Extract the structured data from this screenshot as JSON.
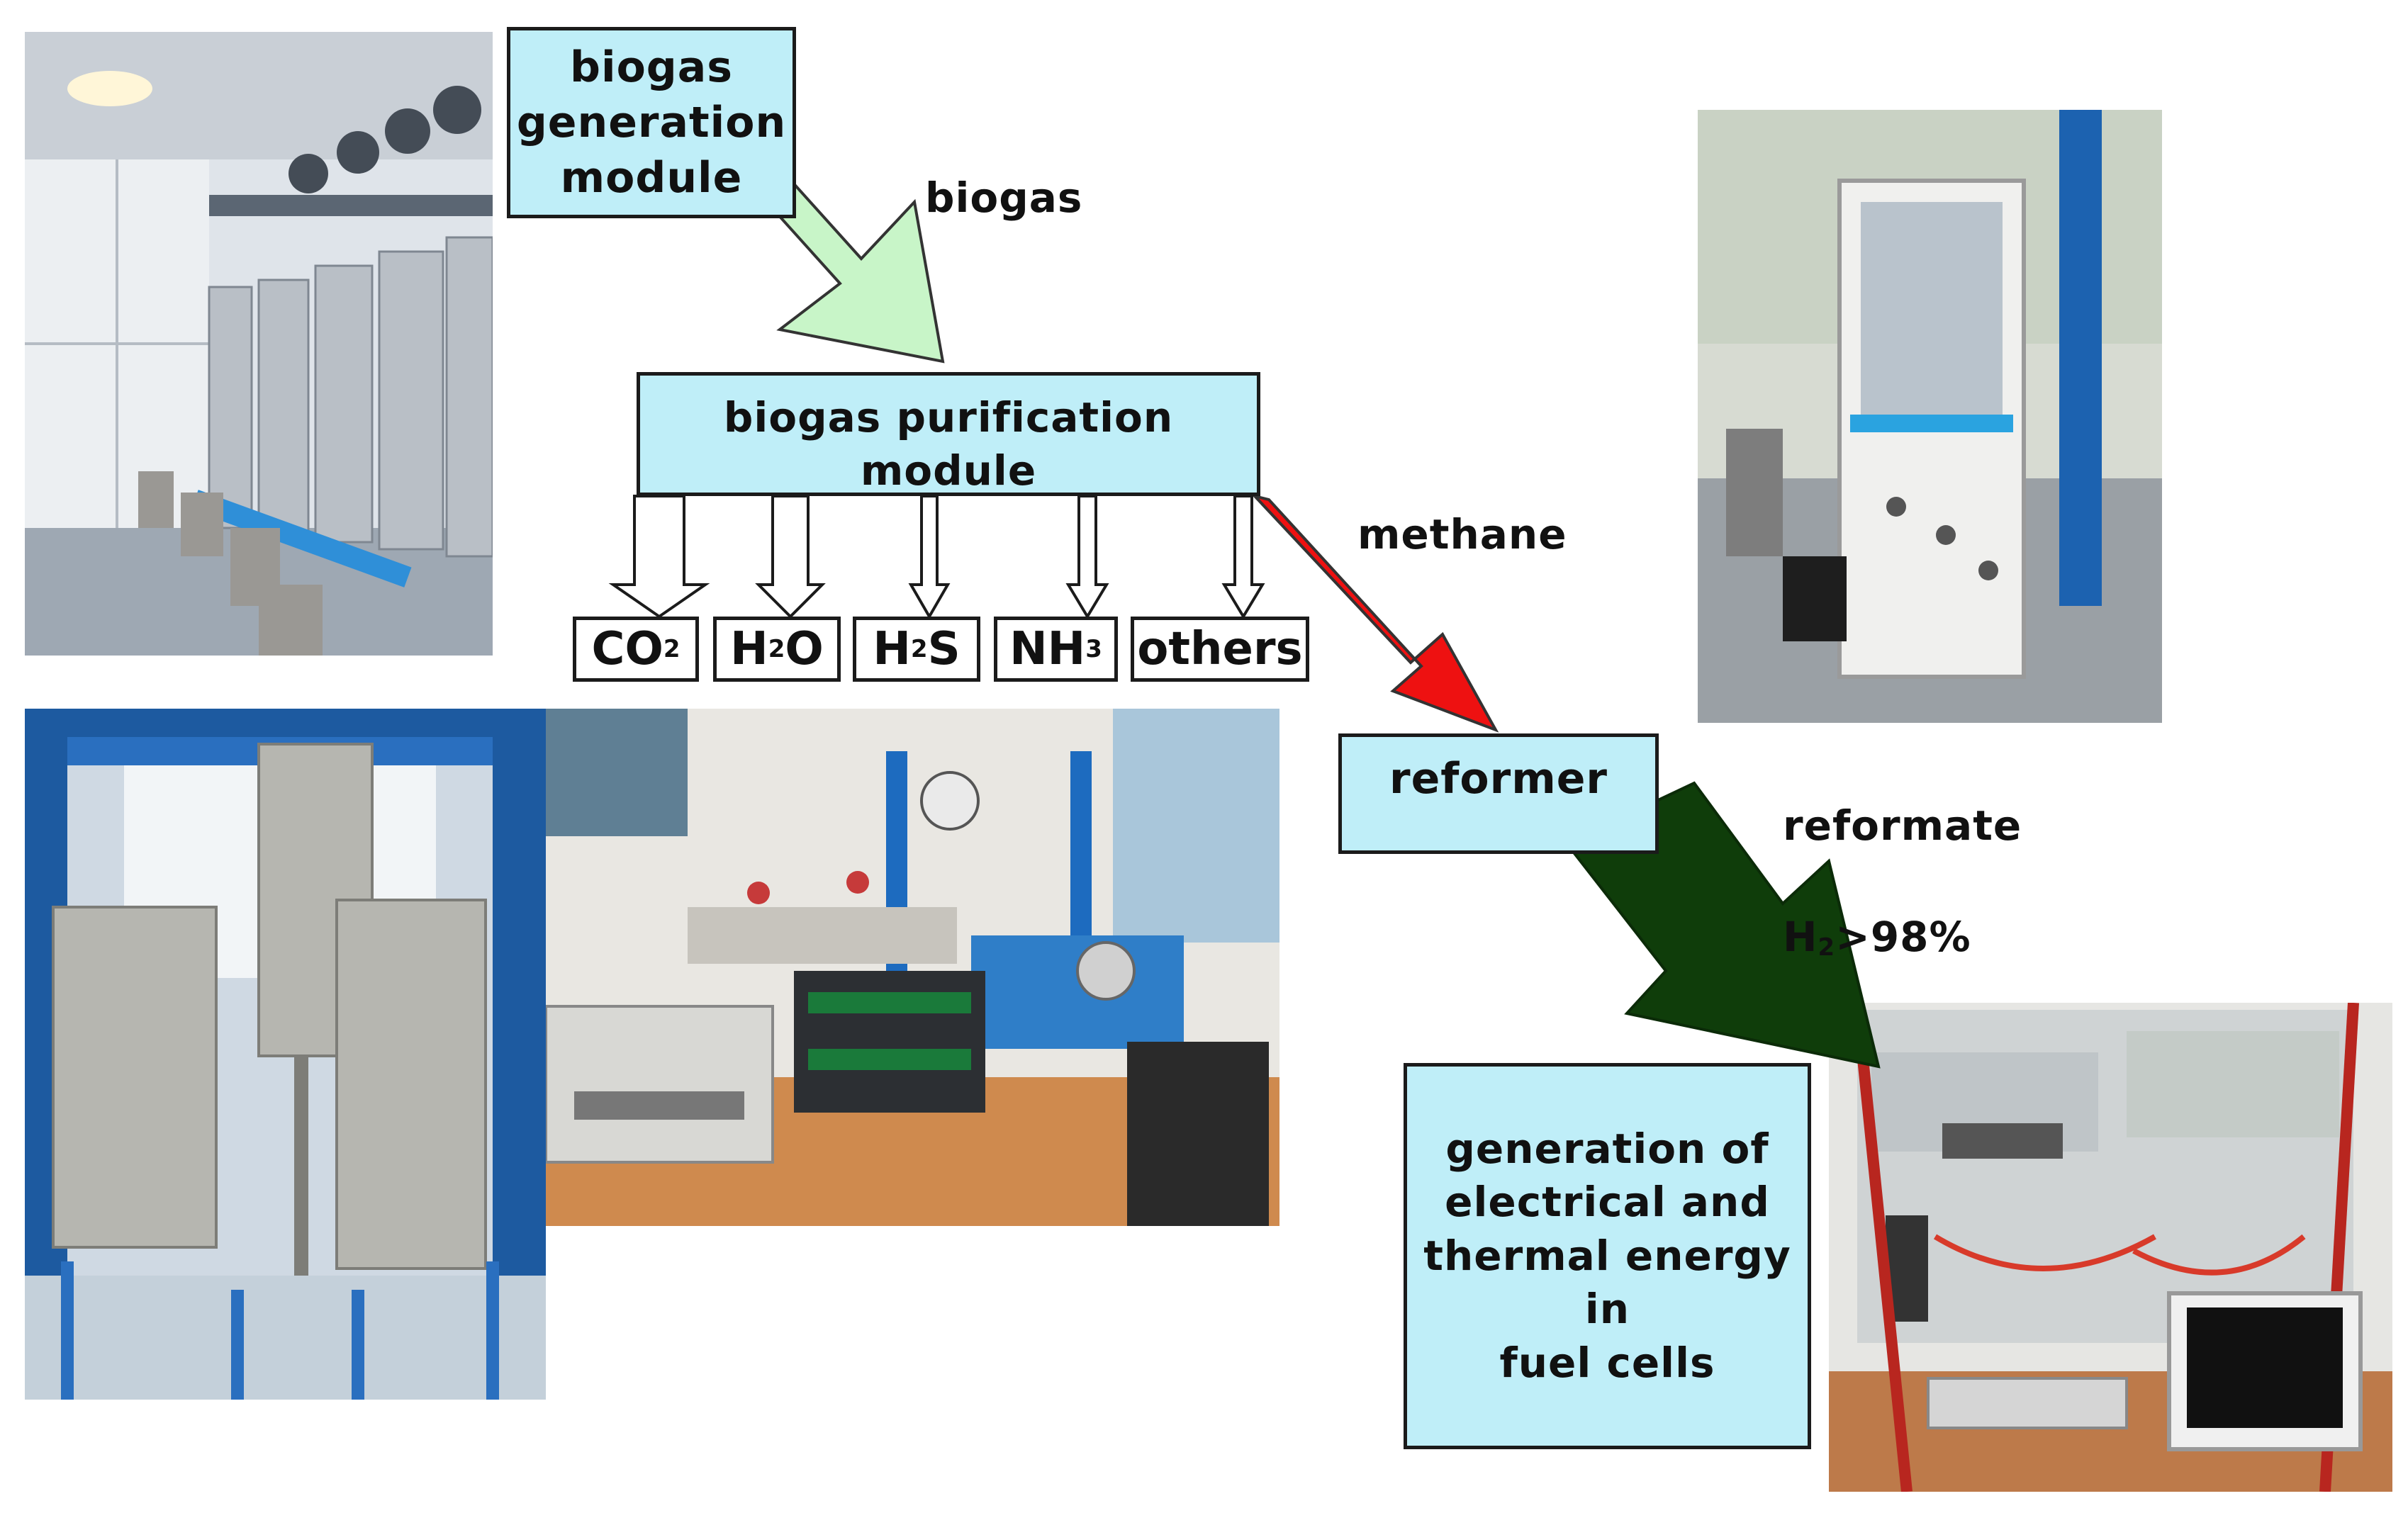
{
  "modules": {
    "generation": "biogas\ngeneration\nmodule",
    "purification": "biogas purification module",
    "reformer": "reformer",
    "energy": "generation of\nelectrical and\nthermal energy in\nfuel cells"
  },
  "flows": {
    "biogas": "biogas",
    "methane": "methane",
    "reformate_line1": "reformate",
    "reformate_line2_main": "H",
    "reformate_line2_sub": "2",
    "reformate_line2_rest": ">98%"
  },
  "byproducts": [
    {
      "main": "CO",
      "sub": "2",
      "rest": ""
    },
    {
      "main": "H",
      "sub": "2",
      "rest": "O"
    },
    {
      "main": "H",
      "sub": "2",
      "rest": "S"
    },
    {
      "main": "NH",
      "sub": "3",
      "rest": ""
    },
    {
      "main": "others",
      "sub": "",
      "rest": ""
    }
  ],
  "colors": {
    "box_fill": "#bfeef8",
    "biogas_arrow": "#c8f5c8",
    "methane_arrow": "#ee1111",
    "reformate_arrow": "#0f3d0a"
  }
}
